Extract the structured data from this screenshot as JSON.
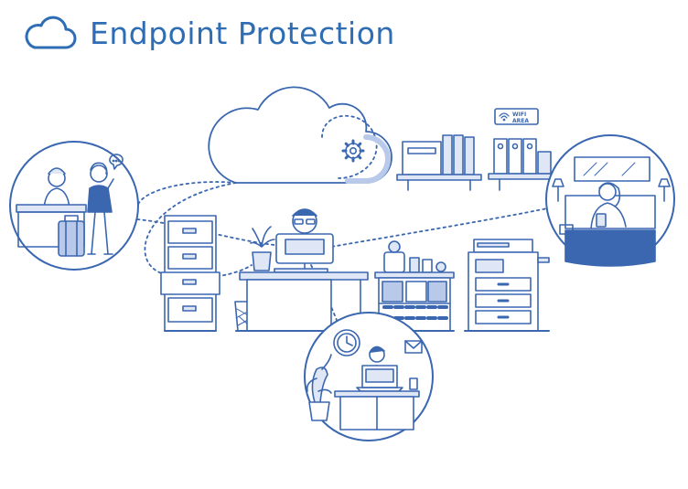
{
  "header": {
    "title": "Endpoint Protection",
    "icon": "cloud-icon"
  },
  "scene": {
    "wifi_sign": {
      "line1": "WIFI",
      "line2": "AREA"
    },
    "icons": [
      "cloud-icon",
      "gear-icon",
      "clock-icon",
      "email-icon",
      "wifi-icon"
    ]
  },
  "colors": {
    "primary": "#2e6db4",
    "stroke": "#3a67b0",
    "fill_light": "#dfe7f6",
    "fill_mid": "#b9c9ea"
  }
}
